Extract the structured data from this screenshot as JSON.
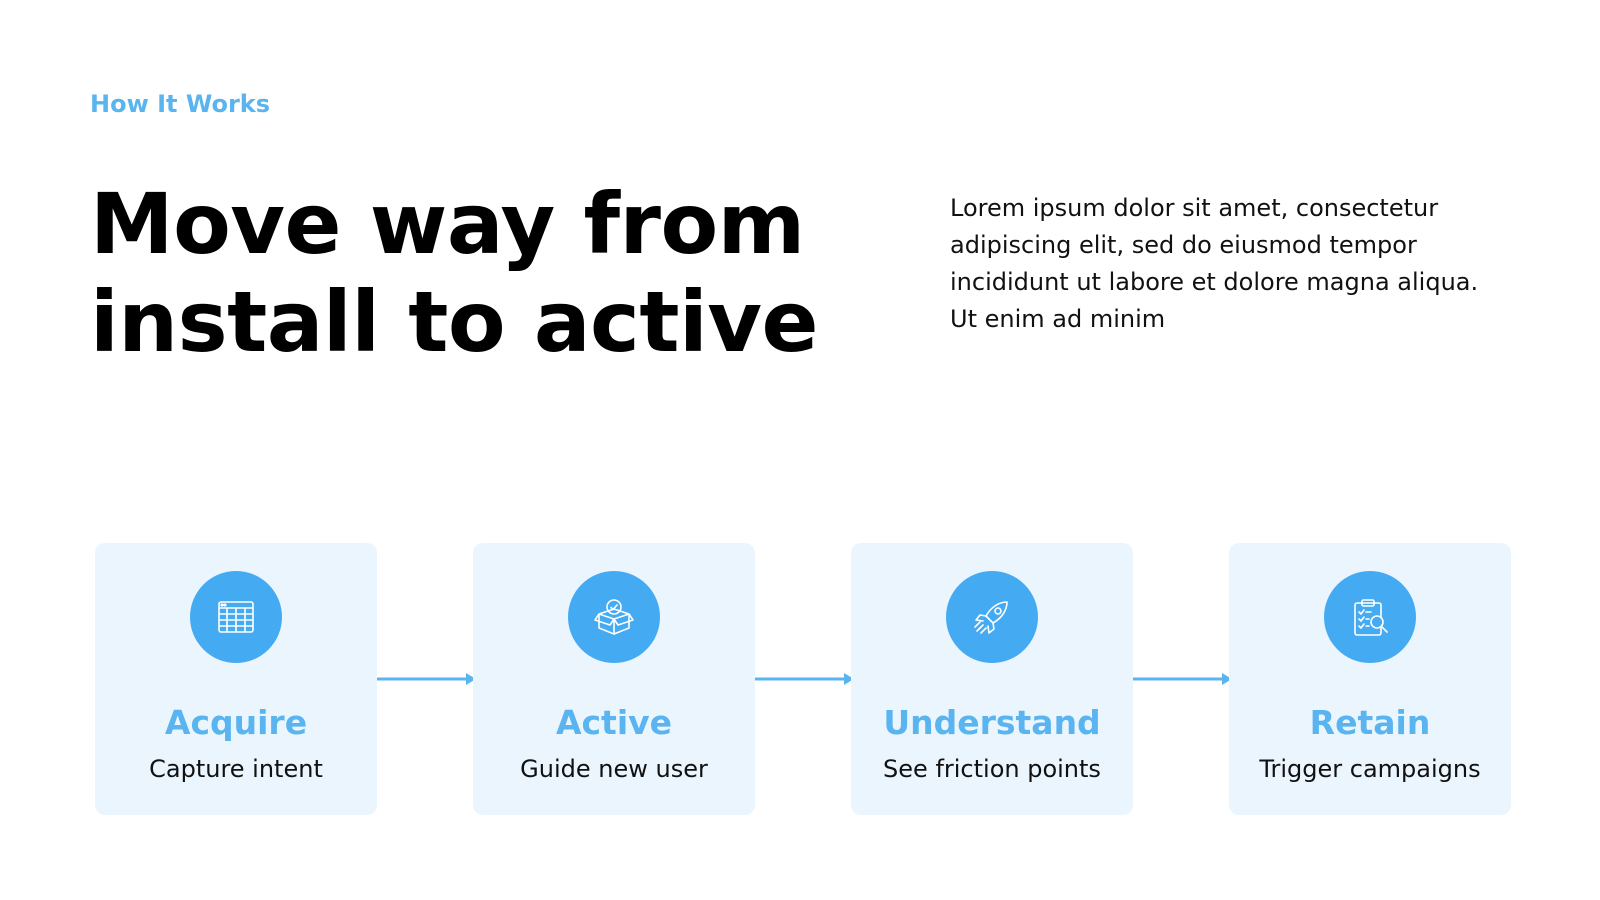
{
  "header": {
    "eyebrow": "How It Works",
    "headline_lines": [
      "Move way from",
      "install to active"
    ],
    "intro_lines": [
      "Lorem ipsum dolor sit amet, consectetur",
      "adipiscing elit, sed do eiusmod tempor",
      "incididunt ut labore et dolore magna aliqua.",
      "Ut enim ad minim"
    ]
  },
  "steps": [
    {
      "title": "Acquire",
      "subtitle": "Capture intent",
      "icon": "table-icon"
    },
    {
      "title": "Active",
      "subtitle": "Guide new user",
      "icon": "box-check-icon"
    },
    {
      "title": "Understand",
      "subtitle": "See friction points",
      "icon": "rocket-icon"
    },
    {
      "title": "Retain",
      "subtitle": "Trigger campaigns",
      "icon": "clipboard-search-icon"
    }
  ],
  "colors": {
    "accent": "#5ab4f0",
    "icon_circle": "#44aaf2",
    "card_bg": "#eaf5fd",
    "arrow": "#5ab4f0",
    "text": "#111111"
  }
}
